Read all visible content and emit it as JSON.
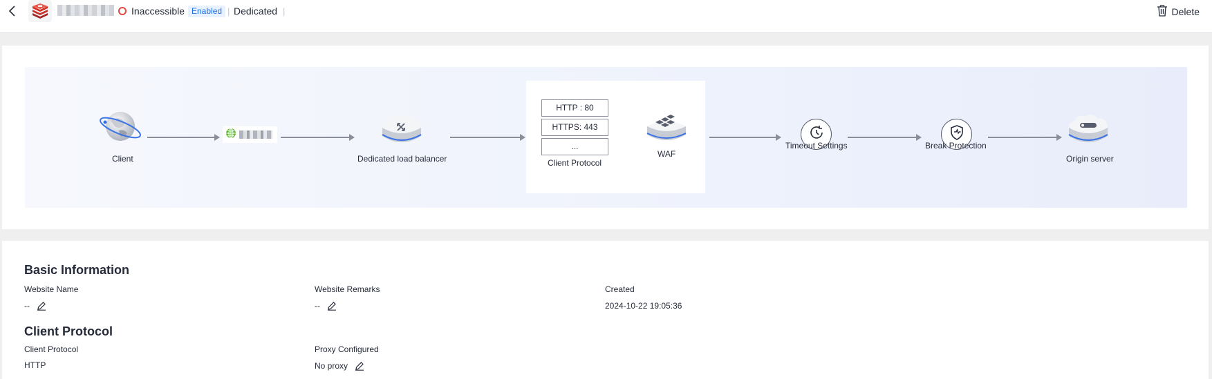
{
  "header": {
    "status": "Inaccessible",
    "badge": "Enabled",
    "mode": "Dedicated",
    "separator": "|",
    "delete_label": "Delete",
    "status_color": "#e54545",
    "accent": "#1e6fe0"
  },
  "flow": {
    "client_label": "Client",
    "lb_label": "Dedicated load balancer",
    "protocols": [
      "HTTP : 80",
      "HTTPS: 443",
      "..."
    ],
    "protocol_label": "Client Protocol",
    "waf_label": "WAF",
    "timeout_label": "Timeout Settings",
    "break_label": "Break Protection",
    "origin_label": "Origin server"
  },
  "basic": {
    "title": "Basic Information",
    "website_name_label": "Website Name",
    "website_name_value": "--",
    "remarks_label": "Website Remarks",
    "remarks_value": "--",
    "created_label": "Created",
    "created_value": "2024-10-22 19:05:36"
  },
  "client_protocol": {
    "title": "Client Protocol",
    "protocol_label": "Client Protocol",
    "protocol_value": "HTTP",
    "proxy_label": "Proxy Configured",
    "proxy_value": "No proxy"
  }
}
